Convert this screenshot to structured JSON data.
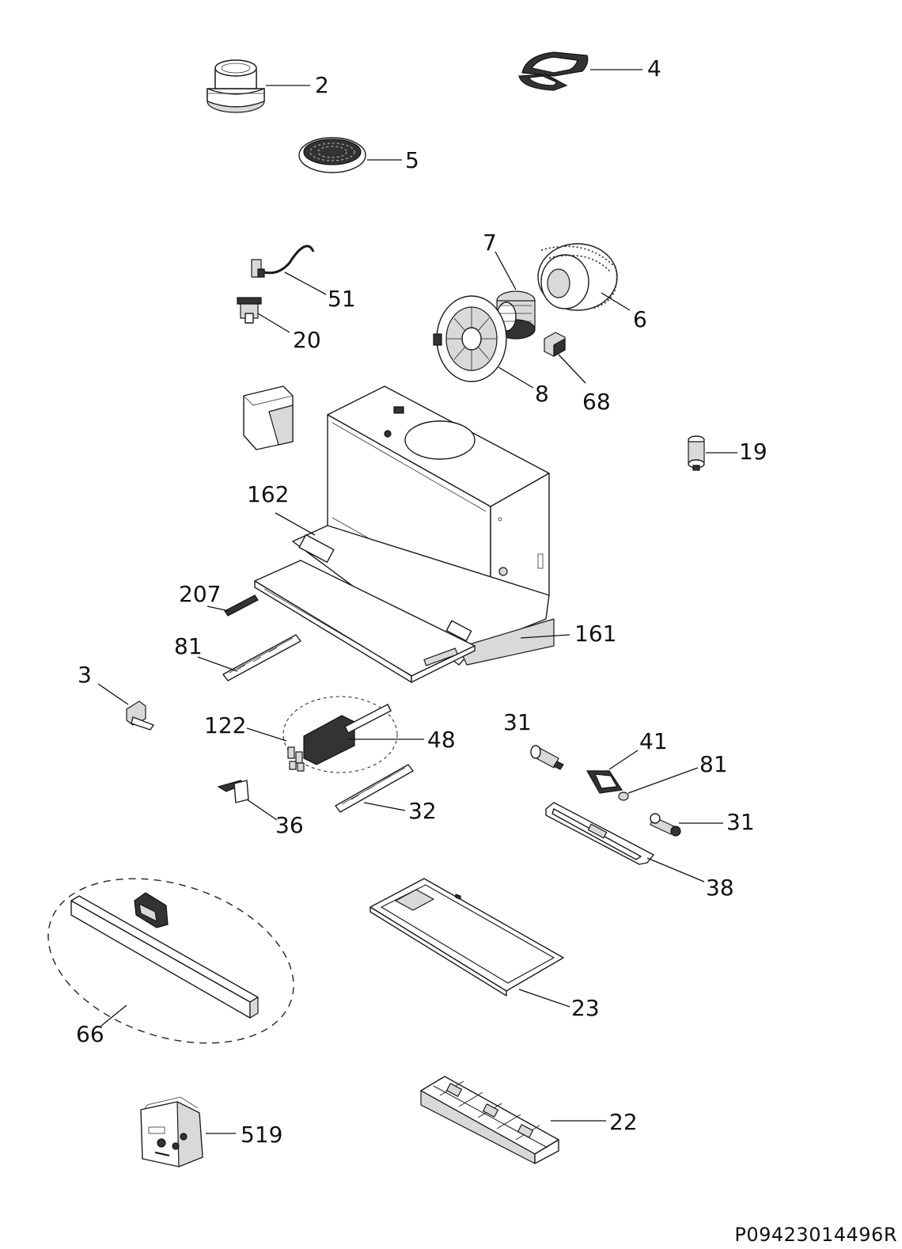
{
  "document_code": "P09423014496R",
  "parts": [
    {
      "id": "2",
      "label": "2"
    },
    {
      "id": "4",
      "label": "4"
    },
    {
      "id": "5",
      "label": "5"
    },
    {
      "id": "7",
      "label": "7"
    },
    {
      "id": "6",
      "label": "6"
    },
    {
      "id": "51",
      "label": "51"
    },
    {
      "id": "20",
      "label": "20"
    },
    {
      "id": "8",
      "label": "8"
    },
    {
      "id": "68",
      "label": "68"
    },
    {
      "id": "19",
      "label": "19"
    },
    {
      "id": "162",
      "label": "162"
    },
    {
      "id": "207",
      "label": "207"
    },
    {
      "id": "161",
      "label": "161"
    },
    {
      "id": "81a",
      "label": "81"
    },
    {
      "id": "3",
      "label": "3"
    },
    {
      "id": "122",
      "label": "122"
    },
    {
      "id": "48",
      "label": "48"
    },
    {
      "id": "31a",
      "label": "31"
    },
    {
      "id": "36",
      "label": "36"
    },
    {
      "id": "32",
      "label": "32"
    },
    {
      "id": "41",
      "label": "41"
    },
    {
      "id": "81b",
      "label": "81"
    },
    {
      "id": "31b",
      "label": "31"
    },
    {
      "id": "38",
      "label": "38"
    },
    {
      "id": "66",
      "label": "66"
    },
    {
      "id": "23",
      "label": "23"
    },
    {
      "id": "22",
      "label": "22"
    },
    {
      "id": "519",
      "label": "519"
    }
  ]
}
